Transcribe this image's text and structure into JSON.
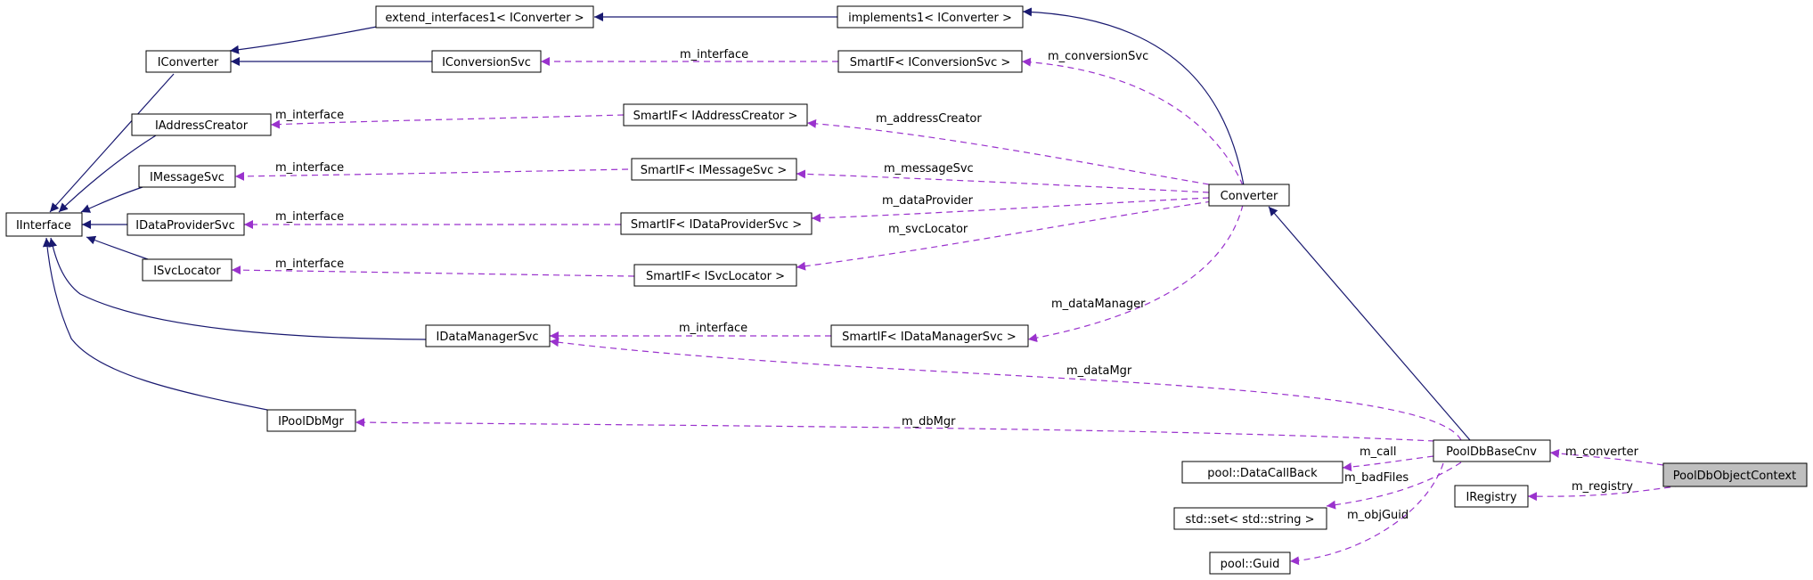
{
  "classes": {
    "extend_interfaces1": "extend_interfaces1< IConverter >",
    "implements1": "implements1< IConverter >",
    "IConverter": "IConverter",
    "IConversionSvc": "IConversionSvc",
    "SmartIF_IConversionSvc": "SmartIF< IConversionSvc >",
    "IAddressCreator": "IAddressCreator",
    "SmartIF_IAddressCreator": "SmartIF< IAddressCreator >",
    "IMessageSvc": "IMessageSvc",
    "SmartIF_IMessageSvc": "SmartIF< IMessageSvc >",
    "IInterface": "IInterface",
    "IDataProviderSvc": "IDataProviderSvc",
    "SmartIF_IDataProviderSvc": "SmartIF< IDataProviderSvc >",
    "Converter": "Converter",
    "ISvcLocator": "ISvcLocator",
    "SmartIF_ISvcLocator": "SmartIF< ISvcLocator >",
    "IDataManagerSvc": "IDataManagerSvc",
    "SmartIF_IDataManagerSvc": "SmartIF< IDataManagerSvc >",
    "IPoolDbMgr": "IPoolDbMgr",
    "PoolDbBaseCnv": "PoolDbBaseCnv",
    "PoolDbObjectContext": "PoolDbObjectContext",
    "pool_DataCallBack": "pool::DataCallBack",
    "IRegistry": "IRegistry",
    "std_set_string": "std::set< std::string >",
    "pool_Guid": "pool::Guid"
  },
  "edge_labels": {
    "m_interface": "m_interface",
    "m_conversionSvc": "m_conversionSvc",
    "m_addressCreator": "m_addressCreator",
    "m_messageSvc": "m_messageSvc",
    "m_dataProvider": "m_dataProvider",
    "m_svcLocator": "m_svcLocator",
    "m_dataManager": "m_dataManager",
    "m_dataMgr": "m_dataMgr",
    "m_dbMgr": "m_dbMgr",
    "m_call": "m_call",
    "m_badFiles": "m_badFiles",
    "m_objGuid": "m_objGuid",
    "m_converter": "m_converter",
    "m_registry": "m_registry"
  },
  "colors": {
    "inheritance": "#191970",
    "usage": "#9a32cd",
    "focus_fill": "#bfbfbf"
  }
}
